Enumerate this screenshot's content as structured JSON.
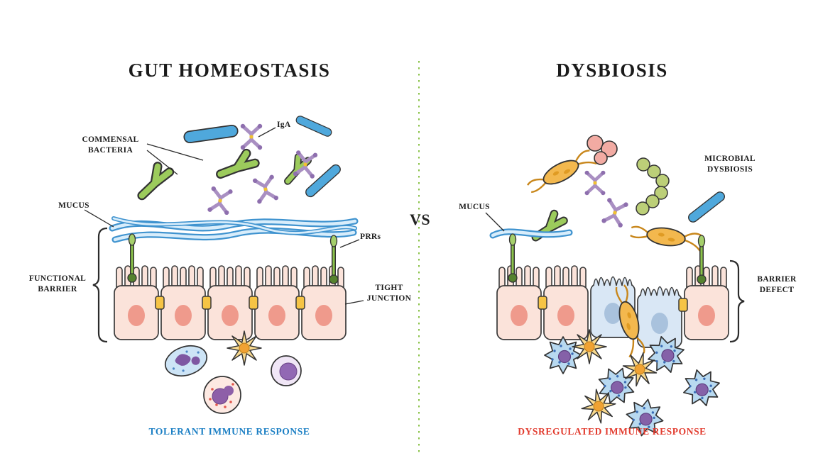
{
  "left": {
    "title": "GUT HOMEOSTASIS",
    "labels": {
      "commensal_bacteria": "COMMENSAL\nBACTERIA",
      "iga": "IgA",
      "mucus": "MUCUS",
      "prrs": "PRRs",
      "functional_barrier": "FUNCTIONAL\nBARRIER",
      "tight_junction": "TIGHT\nJUNCTION",
      "footer": "TOLERANT IMMUNE RESPONSE"
    }
  },
  "divider": {
    "vs": "VS"
  },
  "right": {
    "title": "DYSBIOSIS",
    "labels": {
      "mucus": "MUCUS",
      "microbial_dysbiosis": "MICROBIAL\nDYSBIOSIS",
      "barrier_defect": "BARRIER\nDEFECT",
      "footer": "DYSREGULATED IMMUNE RESPONSE"
    }
  },
  "colors": {
    "tolerant_footer": "#1b7fc4",
    "dysregulated_footer": "#e23b2e",
    "divider_green": "#8bc34a",
    "epithelium_pink": "#fbe3da",
    "epithelium_damaged_blue": "#d9e7f5",
    "mucus_blue": "#3f93cf",
    "tight_junction_yellow": "#f6c445"
  }
}
